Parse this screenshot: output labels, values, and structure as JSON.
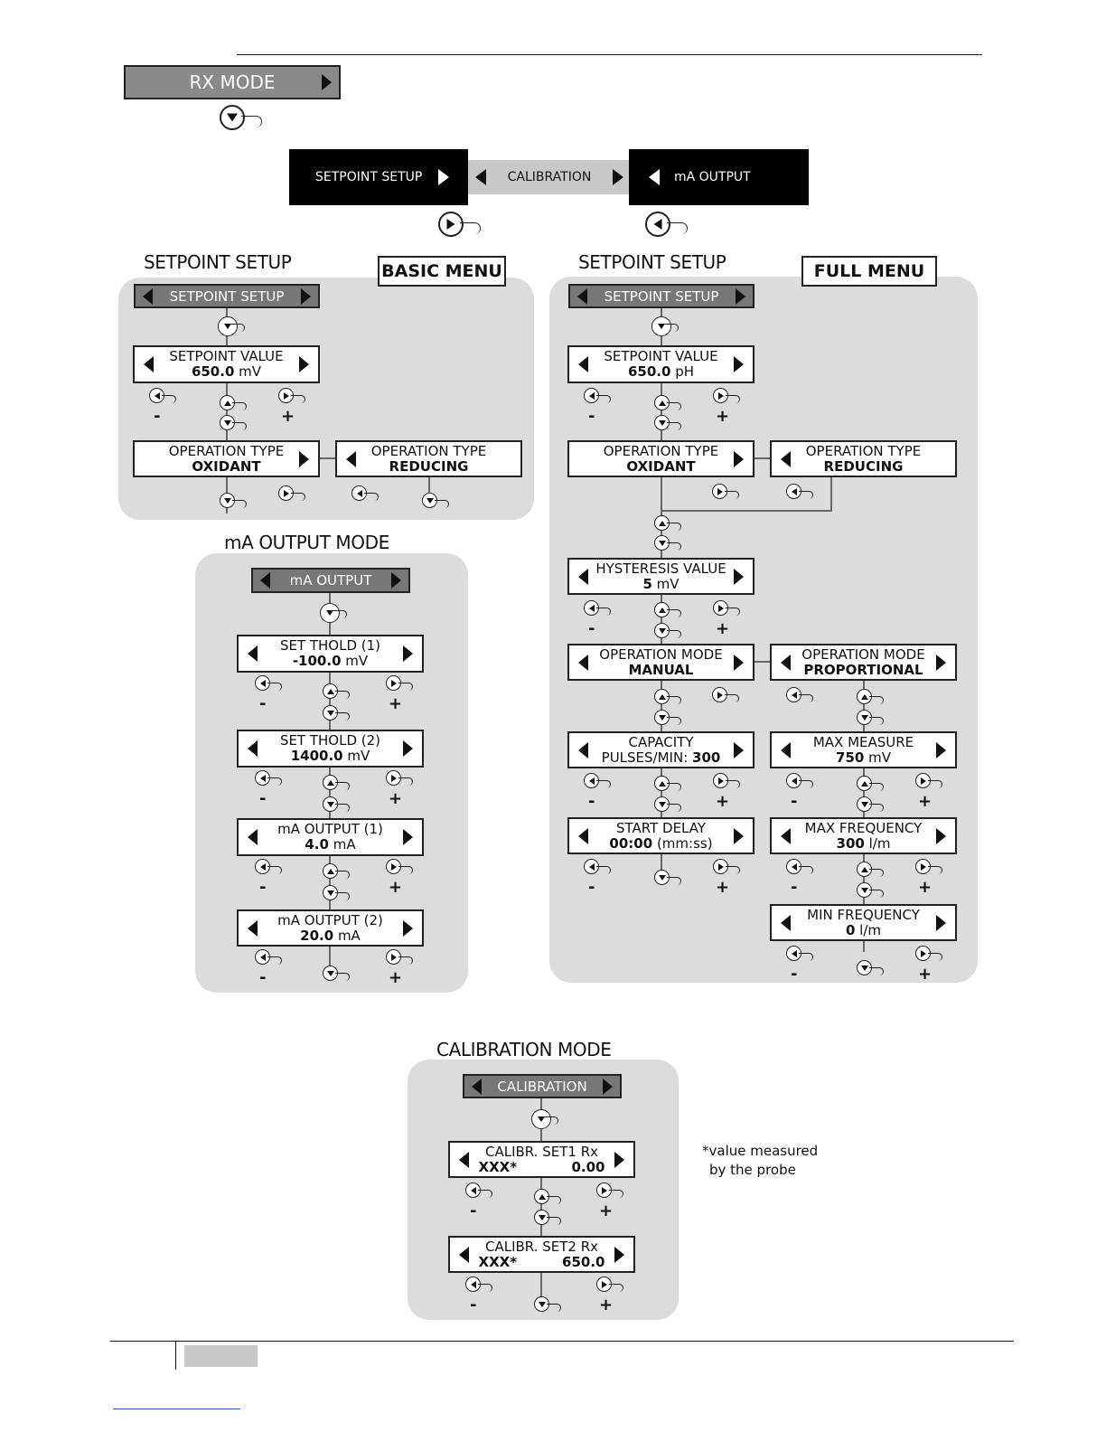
{
  "rx_mode": {
    "label": "RX MODE"
  },
  "top_nav": {
    "setpoint": "SETPOINT SETUP",
    "calibration": "CALIBRATION",
    "ma_output": "mA OUTPUT"
  },
  "basic": {
    "title": "SETPOINT SETUP",
    "tag": "BASIC MENU",
    "header": "SETPOINT SETUP",
    "setpoint_l1": "SETPOINT VALUE",
    "setpoint_num": "650.0",
    "setpoint_unit": " mV",
    "optype_l1": "OPERATION TYPE",
    "oxidant": "OXIDANT",
    "reducing": "REDUCING"
  },
  "full": {
    "title": "SETPOINT SETUP",
    "tag": "FULL MENU",
    "header": "SETPOINT SETUP",
    "setpoint_l1": "SETPOINT VALUE",
    "setpoint_num": "650.0",
    "setpoint_unit": " pH",
    "optype_l1": "OPERATION TYPE",
    "oxidant": "OXIDANT",
    "reducing": "REDUCING",
    "hyst_l1": "HYSTERESIS VALUE",
    "hyst_num": "5",
    "hyst_unit": " mV",
    "opmode_l1": "OPERATION MODE",
    "manual": "MANUAL",
    "proportional": "PROPORTIONAL",
    "capacity_l1": "CAPACITY",
    "capacity_l2": "PULSES/MIN: ",
    "capacity_num": "300",
    "maxmeasure_l1": "MAX MEASURE",
    "maxmeasure_num": "750",
    "maxmeasure_unit": " mV",
    "startdelay_l1": "START DELAY",
    "startdelay_num": "00:00",
    "startdelay_unit": " (mm:ss)",
    "maxfreq_l1": "MAX FREQUENCY",
    "maxfreq_num": "300",
    "maxfreq_unit": " l/m",
    "minfreq_l1": "MIN FREQUENCY",
    "minfreq_num": "0",
    "minfreq_unit": " l/m"
  },
  "ma": {
    "title": "mA OUTPUT MODE",
    "header": "mA OUTPUT",
    "t1_l1": "SET THOLD (1)",
    "t1_num": "-100.0",
    "t1_unit": " mV",
    "t2_l1": "SET THOLD (2)",
    "t2_num": "1400.0",
    "t2_unit": " mV",
    "o1_l1": "mA OUTPUT (1)",
    "o1_num": "4.0",
    "o1_unit": " mA",
    "o2_l1": "mA OUTPUT (2)",
    "o2_num": "20.0",
    "o2_unit": " mA"
  },
  "cal": {
    "title": "CALIBRATION MODE",
    "header": "CALIBRATION",
    "s1_l1": "CALIBR. SET1 Rx",
    "s1_left": "XXX*",
    "s1_right": "0.00",
    "s2_l1": "CALIBR. SET2 Rx",
    "s2_left": "XXX*",
    "s2_right": "650.0"
  },
  "note": {
    "line1": "*value measured",
    "line2": "by the probe"
  },
  "signs": {
    "minus": "-",
    "plus": "+"
  }
}
